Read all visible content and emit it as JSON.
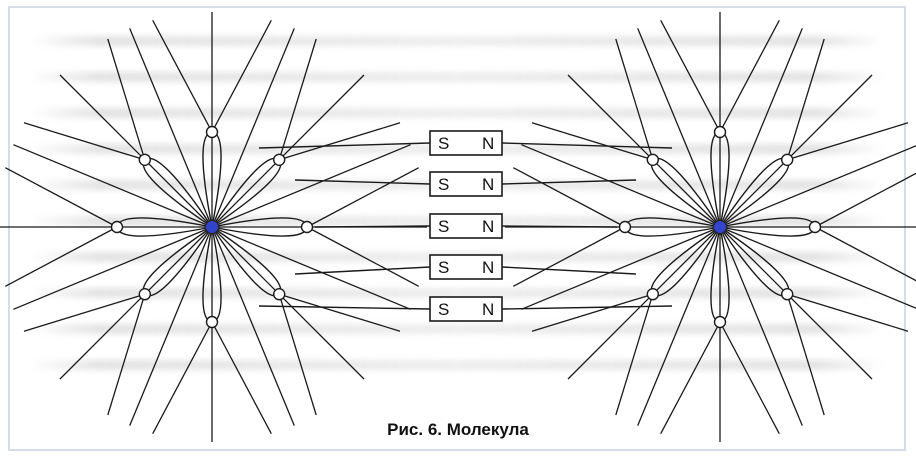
{
  "figure": {
    "caption": "Рис. 6. Молекула",
    "colors": {
      "line": "#1a1a1a",
      "nucleus": "#3344cc",
      "frame": "#d6dbea"
    }
  },
  "magnets": [
    {
      "south_label": "S",
      "north_label": "N"
    },
    {
      "south_label": "S",
      "north_label": "N"
    },
    {
      "south_label": "S",
      "north_label": "N"
    },
    {
      "south_label": "S",
      "north_label": "N"
    },
    {
      "south_label": "S",
      "north_label": "N"
    }
  ]
}
